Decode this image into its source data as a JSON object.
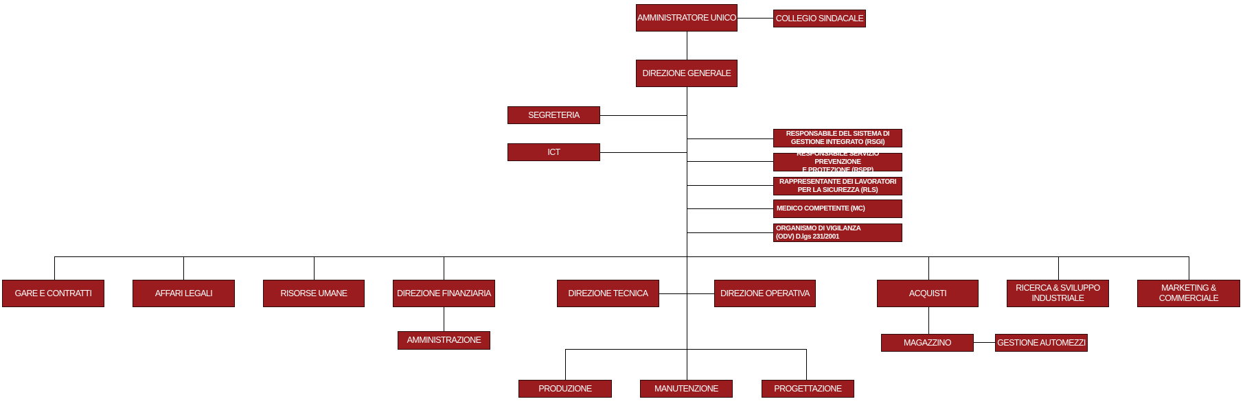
{
  "nodes": {
    "amministratore": "AMMINISTRATORE UNICO",
    "collegio": "COLLEGIO SINDACALE",
    "direzione_generale": "DIREZIONE GENERALE",
    "segreteria": "SEGRETERIA",
    "ict": "ICT",
    "rsgi": "RESPONSABILE DEL SISTEMA DI\nGESTIONE INTEGRATO (RSGI)",
    "rspp": "RESPONSABILE SERVIZIO PREVENZIONE\nE PROTEZIONE (RSPP)",
    "rls": "RAPPRESENTANTE DEI LAVORATORI\nPER LA SICUREZZA (RLS)",
    "mc": "MEDICO COMPETENTE (MC)",
    "odv": "ORGANISMO DI VIGILANZA\n(ODV) D.lgs 231/2001",
    "gare": "GARE E CONTRATTI",
    "affari": "AFFARI LEGALI",
    "risorse": "RISORSE UMANE",
    "dir_fin": "DIREZIONE FINANZIARIA",
    "dir_tec": "DIREZIONE TECNICA",
    "dir_op": "DIREZIONE OPERATIVA",
    "acquisti": "ACQUISTI",
    "ricerca": "RICERCA & SVILUPPO\nINDUSTRIALE",
    "marketing": "MARKETING &\nCOMMERCIALE",
    "amministrazione": "AMMINISTRAZIONE",
    "produzione": "PRODUZIONE",
    "manutenzione": "MANUTENZIONE",
    "progettazione": "PROGETTAZIONE",
    "magazzino": "MAGAZZINO",
    "automezzi": "GESTIONE AUTOMEZZI"
  },
  "colors": {
    "box": "#9b1c1f",
    "line": "#000000"
  }
}
